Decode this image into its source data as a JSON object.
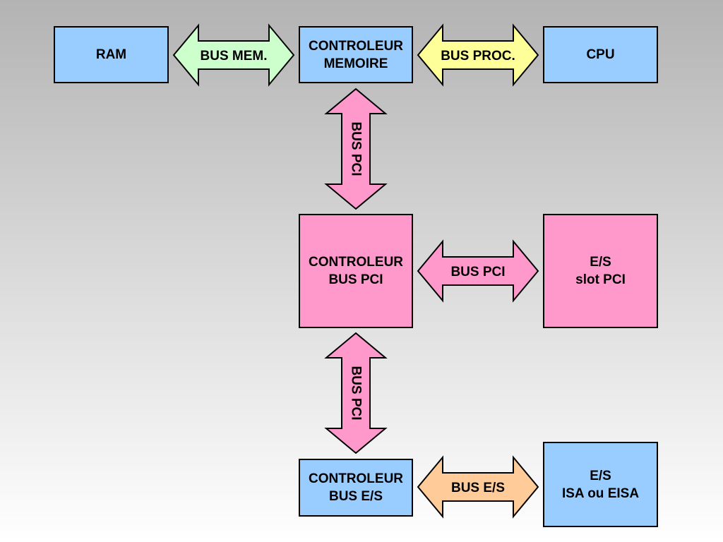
{
  "boxes": {
    "ram": {
      "lines": [
        "RAM"
      ]
    },
    "mem_ctrl": {
      "lines": [
        "CONTROLEUR",
        "MEMOIRE"
      ]
    },
    "cpu": {
      "lines": [
        "CPU"
      ]
    },
    "pci_ctrl": {
      "lines": [
        "CONTROLEUR",
        "BUS PCI"
      ]
    },
    "pci_io": {
      "lines": [
        "E/S",
        "slot PCI"
      ]
    },
    "io_ctrl": {
      "lines": [
        "CONTROLEUR",
        "BUS E/S"
      ]
    },
    "isa_io": {
      "lines": [
        "E/S",
        "ISA ou EISA"
      ]
    }
  },
  "arrows": {
    "bus_mem": {
      "label": "BUS MEM.",
      "color": "#ccffcc"
    },
    "bus_proc": {
      "label": "BUS PROC.",
      "color": "#ffff99"
    },
    "bus_pci_h": {
      "label": "BUS PCI",
      "color": "#ff99cc"
    },
    "bus_es": {
      "label": "BUS E/S",
      "color": "#ffcc99"
    },
    "bus_pci_v1": {
      "label": "BUS PCI",
      "color": "#ff99cc"
    },
    "bus_pci_v2": {
      "label": "BUS PCI",
      "color": "#ff99cc"
    }
  },
  "colors": {
    "blue_box": "#99ccff",
    "pink_box": "#ff99cc"
  }
}
